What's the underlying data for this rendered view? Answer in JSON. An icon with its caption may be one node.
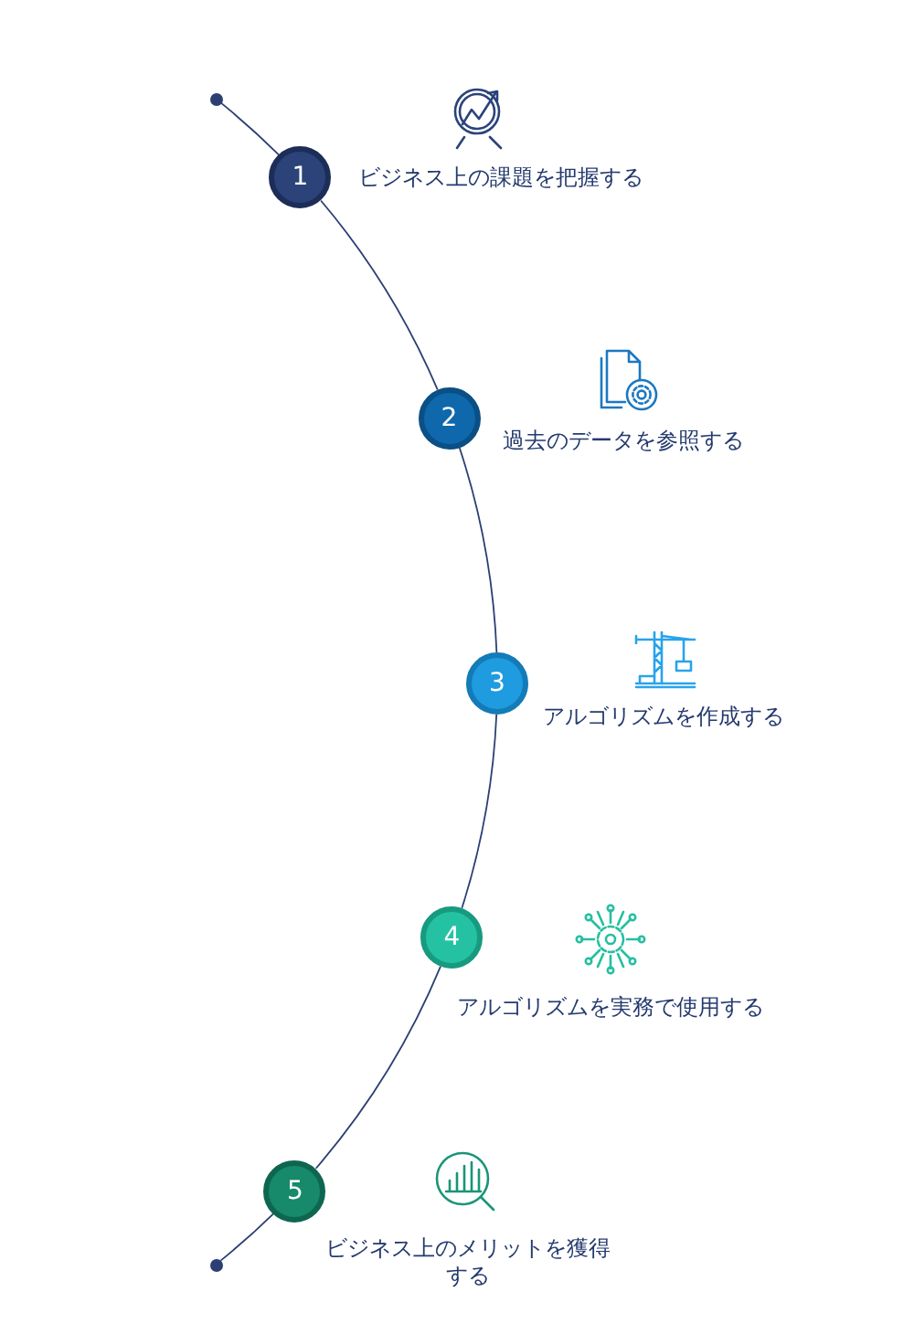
{
  "diagram": {
    "nodes": [
      {
        "text": [],
        "shape": "circle"
      },
      {
        "text": [
          "1"
        ],
        "beside": [
          "ビジネス上の課題を把握する"
        ]
      },
      {
        "text": [
          "2"
        ],
        "beside": [
          "過去のデータを参照する"
        ]
      },
      {
        "text": [
          "3"
        ],
        "beside": [
          "アルゴリズムを作成する"
        ]
      },
      {
        "text": [
          "4"
        ],
        "beside": [
          "アルゴリズムを実務で使用する"
        ]
      },
      {
        "text": [
          "5"
        ],
        "beside": [
          "ビジネス上のメリットを獲得する"
        ]
      },
      {
        "text": [],
        "shape": "circle"
      }
    ],
    "edges": [
      {
        "from": 0,
        "to": 1,
        "arrow": "none"
      },
      {
        "from": 1,
        "to": 2,
        "arrow": "none"
      },
      {
        "from": 2,
        "to": 3,
        "arrow": "none"
      },
      {
        "from": 3,
        "to": 4,
        "arrow": "none"
      },
      {
        "from": 4,
        "to": 5,
        "arrow": "none"
      },
      {
        "from": 5,
        "to": 6,
        "arrow": "none"
      }
    ]
  }
}
